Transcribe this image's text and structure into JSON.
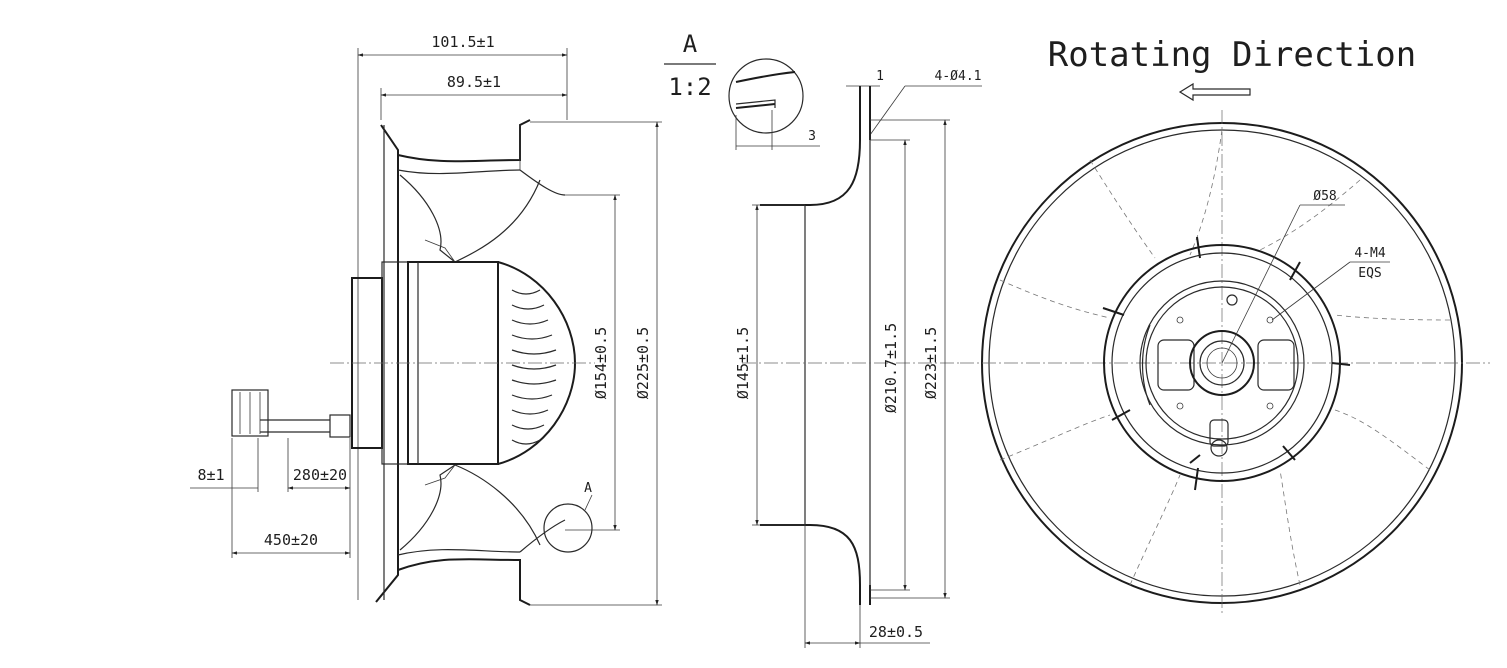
{
  "title": "Rotating Direction",
  "section": {
    "letter": "A",
    "scale": "1:2",
    "detail_dim": "3"
  },
  "side_view": {
    "overall_length": "101.5±1",
    "impeller_length": "89.5±1",
    "dia_154": "Ø154±0.5",
    "dia_225": "Ø225±0.5",
    "cable_strip": "8±1",
    "cable_inner": "280±20",
    "cable_total": "450±20",
    "detail_marker": "A"
  },
  "inlet_ring": {
    "flange": "1",
    "holes": "4-Ø4.1",
    "dia_145": "Ø145±1.5",
    "dia_210": "Ø210.7±1.5",
    "dia_223": "Ø223±1.5",
    "depth": "28±0.5"
  },
  "front_view": {
    "shaft_dia": "Ø58",
    "thread": "4-M4",
    "thread_note": "EQS"
  }
}
